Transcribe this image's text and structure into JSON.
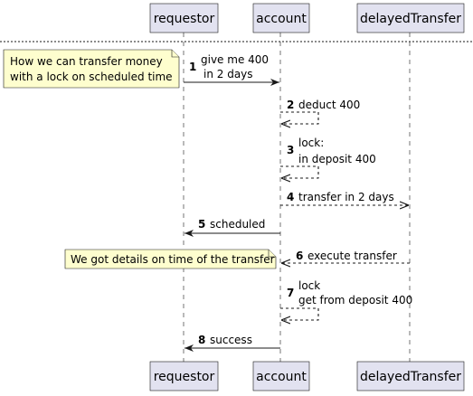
{
  "participants": {
    "requestor": "requestor",
    "account": "account",
    "delayed": "delayedTransfer"
  },
  "notes": {
    "n1_line1": "How we can transfer money",
    "n1_line2": "with a lock on scheduled time",
    "n2": "We got details on time of the transfer"
  },
  "messages": [
    {
      "num": "1",
      "lines": [
        "give me 400",
        "in 2 days"
      ]
    },
    {
      "num": "2",
      "lines": [
        "deduct 400"
      ]
    },
    {
      "num": "3",
      "lines": [
        "lock:",
        "in deposit 400"
      ]
    },
    {
      "num": "4",
      "lines": [
        "transfer in 2 days"
      ]
    },
    {
      "num": "5",
      "lines": [
        "scheduled"
      ]
    },
    {
      "num": "6",
      "lines": [
        "execute transfer"
      ]
    },
    {
      "num": "7",
      "lines": [
        "lock",
        "get from deposit 400"
      ]
    },
    {
      "num": "8",
      "lines": [
        "success"
      ]
    }
  ]
}
